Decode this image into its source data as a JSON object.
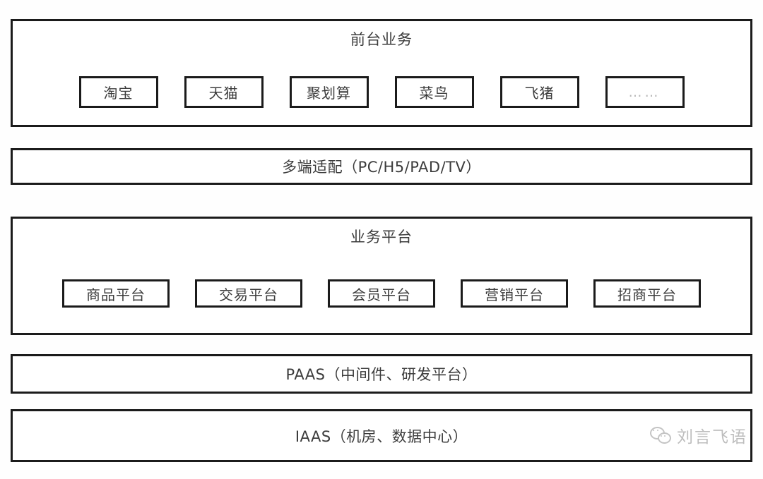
{
  "diagram": {
    "layers": [
      {
        "id": "front-stage",
        "title": "前台业务",
        "items": [
          {
            "label": "淘宝"
          },
          {
            "label": "天猫"
          },
          {
            "label": "聚划算"
          },
          {
            "label": "菜鸟"
          },
          {
            "label": "飞猪"
          },
          {
            "label": "……"
          }
        ]
      },
      {
        "id": "multi-terminal-adapter",
        "title": "多端适配（PC/H5/PAD/TV）"
      },
      {
        "id": "business-platform",
        "title": "业务平台",
        "items": [
          {
            "label": "商品平台"
          },
          {
            "label": "交易平台"
          },
          {
            "label": "会员平台"
          },
          {
            "label": "营销平台"
          },
          {
            "label": "招商平台"
          }
        ]
      },
      {
        "id": "paas",
        "title": "PAAS（中间件、研发平台）"
      },
      {
        "id": "iaas",
        "title": "IAAS（机房、数据中心）"
      }
    ]
  },
  "watermark": {
    "text": "刘言飞语",
    "icon": "wechat-icon"
  },
  "colors": {
    "border": "#1b1b1b",
    "text": "#3c3c3c",
    "background": "#ffffff",
    "muted": "#b9b9b9"
  }
}
